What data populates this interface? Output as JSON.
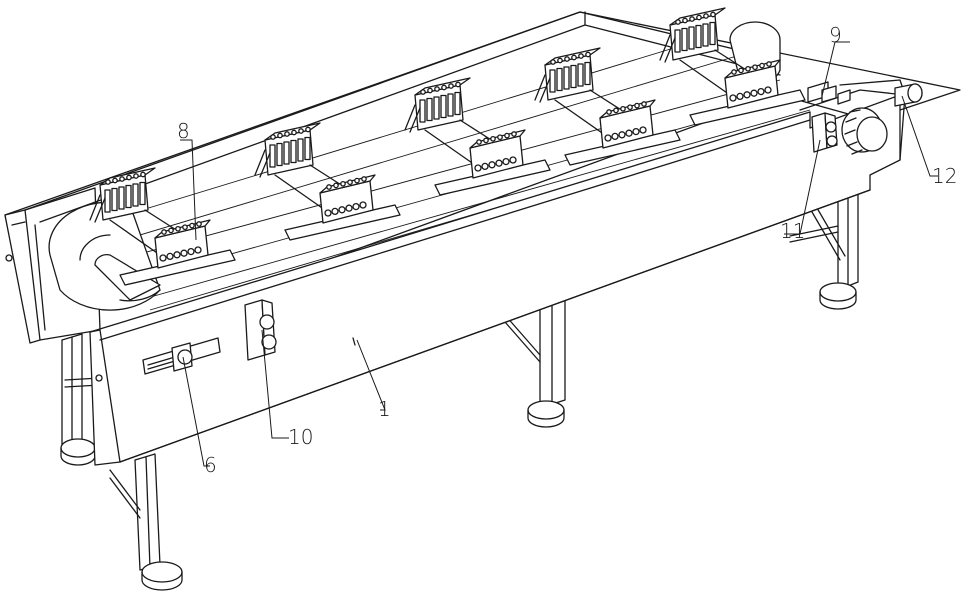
{
  "figure": {
    "type": "patent-line-drawing",
    "subject": "conveyor machine with clamp fixtures",
    "line_color": "#1a1a1a",
    "background": "#ffffff"
  },
  "labels": [
    {
      "id": "1",
      "text": "1",
      "part": "frame-body"
    },
    {
      "id": "6",
      "text": "6",
      "part": "slide-adjuster"
    },
    {
      "id": "8",
      "text": "8",
      "part": "clamp-fixture"
    },
    {
      "id": "9",
      "text": "9",
      "part": "sensor-bracket"
    },
    {
      "id": "10",
      "text": "10",
      "part": "control-box-front"
    },
    {
      "id": "11",
      "text": "11",
      "part": "control-box-side"
    },
    {
      "id": "12",
      "text": "12",
      "part": "drive-shaft"
    }
  ],
  "fixtures_count": 5
}
